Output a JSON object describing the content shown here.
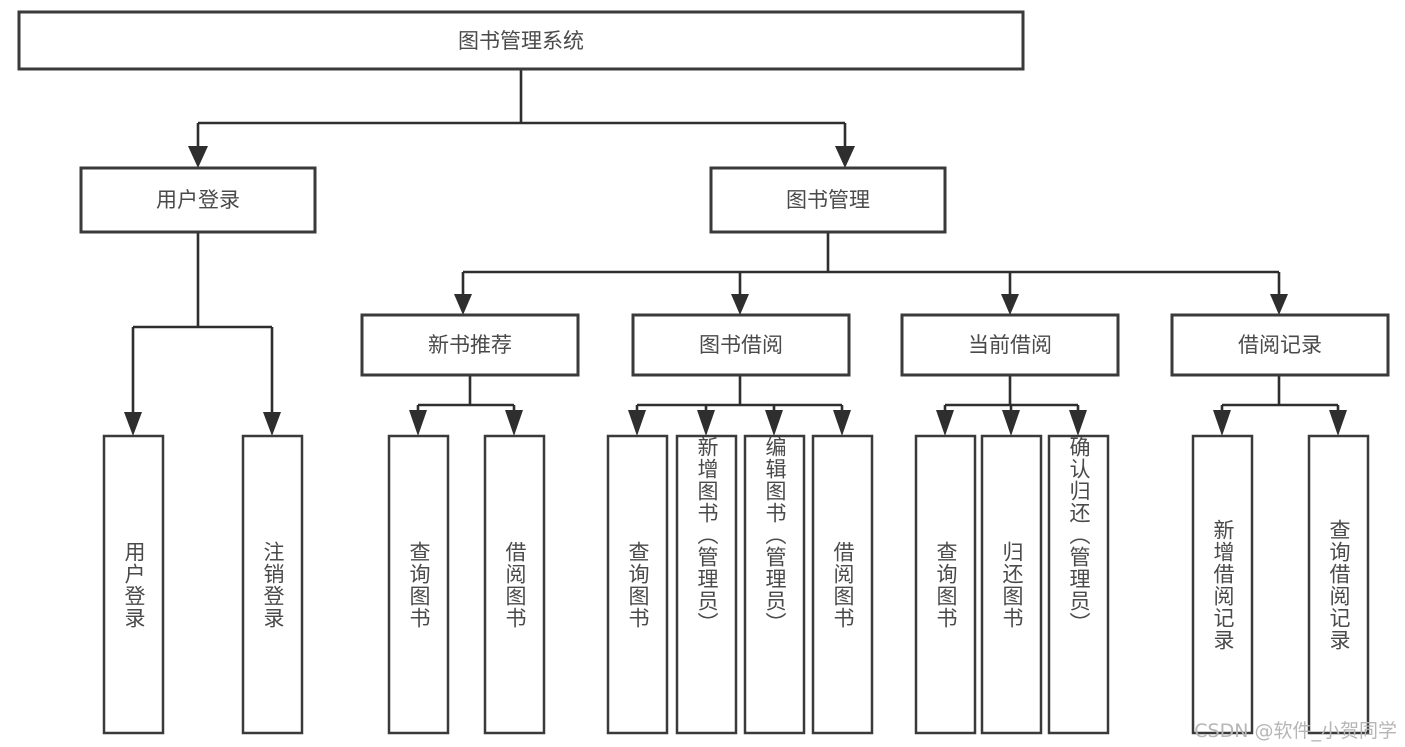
{
  "diagram": {
    "type": "tree",
    "title": "图书管理系统",
    "root": {
      "id": "root",
      "label": "图书管理系统"
    },
    "level2": [
      {
        "id": "user-login",
        "label": "用户登录"
      },
      {
        "id": "book-manage",
        "label": "图书管理"
      }
    ],
    "level3": [
      {
        "id": "new-book-recommend",
        "label": "新书推荐",
        "parent": "book-manage"
      },
      {
        "id": "book-borrow",
        "label": "图书借阅",
        "parent": "book-manage"
      },
      {
        "id": "current-borrow",
        "label": "当前借阅",
        "parent": "book-manage"
      },
      {
        "id": "borrow-record",
        "label": "借阅记录",
        "parent": "book-manage"
      }
    ],
    "leaves": [
      {
        "id": "leaf-user-login",
        "label": "用户登录",
        "parent": "user-login"
      },
      {
        "id": "leaf-logout",
        "label": "注销登录",
        "parent": "user-login"
      },
      {
        "id": "leaf-query-book-1",
        "label": "查询图书",
        "parent": "new-book-recommend"
      },
      {
        "id": "leaf-borrow-book-1",
        "label": "借阅图书",
        "parent": "new-book-recommend"
      },
      {
        "id": "leaf-query-book-2",
        "label": "查询图书",
        "parent": "book-borrow"
      },
      {
        "id": "leaf-add-book",
        "label": "新增图书（管理员）",
        "parent": "book-borrow"
      },
      {
        "id": "leaf-edit-book",
        "label": "编辑图书（管理员）",
        "parent": "book-borrow"
      },
      {
        "id": "leaf-borrow-book-2",
        "label": "借阅图书",
        "parent": "book-borrow"
      },
      {
        "id": "leaf-query-book-3",
        "label": "查询图书",
        "parent": "current-borrow"
      },
      {
        "id": "leaf-return-book",
        "label": "归还图书",
        "parent": "current-borrow"
      },
      {
        "id": "leaf-confirm-return",
        "label": "确认归还（管理员）",
        "parent": "current-borrow"
      },
      {
        "id": "leaf-add-record",
        "label": "新增借阅记录",
        "parent": "borrow-record"
      },
      {
        "id": "leaf-query-record",
        "label": "查询借阅记录",
        "parent": "borrow-record"
      }
    ]
  },
  "watermark": {
    "text": "CSDN @软件_小贺同学"
  },
  "colors": {
    "box_border": "#3a3a3a",
    "edge": "#2e2e2e",
    "text": "#4a4a4a",
    "background": "#ffffff",
    "watermark": "#b6b6b6"
  }
}
